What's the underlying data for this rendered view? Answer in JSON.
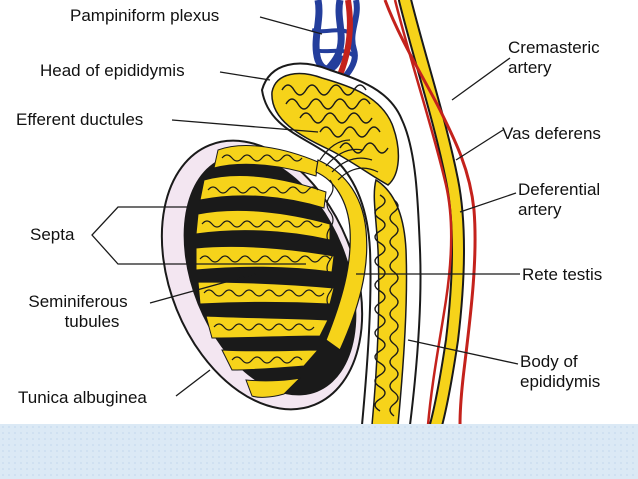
{
  "colors": {
    "tubule_yellow": "#f6d31a",
    "outline": "#1a1a1a",
    "tunica_fill": "#f3e6f1",
    "artery_red": "#c4221c",
    "vein_blue": "#243e9c",
    "band": "#dbe9f5"
  },
  "labels": {
    "pampiniform_plexus": "Pampiniform plexus",
    "head_of_epididymis": "Head of epididymis",
    "efferent_ductules": "Efferent ductules",
    "septa": "Septa",
    "seminiferous_tubules_line1": "Seminiferous",
    "seminiferous_tubules_line2": "tubules",
    "tunica_albuginea": "Tunica albuginea",
    "cremasteric_artery_line1": "Cremasteric",
    "cremasteric_artery_line2": "artery",
    "vas_deferens": "Vas deferens",
    "deferential_artery_line1": "Deferential",
    "deferential_artery_line2": "artery",
    "rete_testis": "Rete testis",
    "body_of_epididymis_line1": "Body of",
    "body_of_epididymis_line2": "epididymis"
  }
}
